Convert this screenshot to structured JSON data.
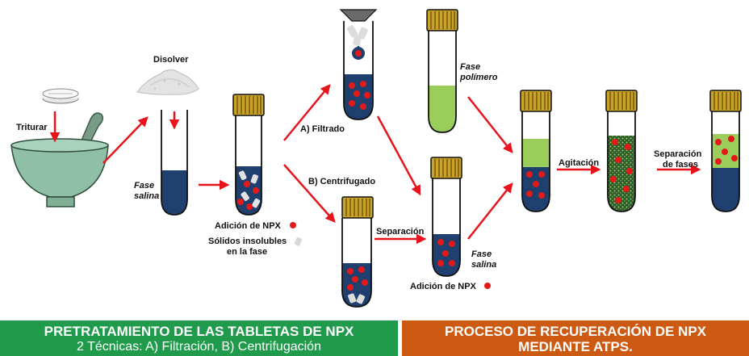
{
  "labels": {
    "triturar": "Triturar",
    "disolver": "Disolver",
    "fase_salina_1": "Fase",
    "fase_salina_1b": "salina",
    "filtrado": "A) Filtrado",
    "centrifugado": "B) Centrifugado",
    "adicion_npx_1": "Adición de NPX",
    "solidos_1": "Sólidos insolubles",
    "solidos_2": "en la fase",
    "separacion": "Separación",
    "fase_salina_2": "Fase",
    "fase_salina_2b": "salina",
    "adicion_npx_2": "Adición de NPX",
    "fase_polimero_1": "Fase",
    "fase_polimero_2": "polímero",
    "agitacion": "Agitación",
    "separacion_fases_1": "Separación",
    "separacion_fases_2": "de fases"
  },
  "banners": {
    "left_title": "PRETRATAMIENTO DE LAS TABLETAS DE NPX",
    "left_subtitle": "2 Técnicas: A) Filtración, B) Centrifugación",
    "right_title": "PROCESO DE RECUPERACIÓN DE NPX",
    "right_subtitle": "MEDIANTE ATPS."
  },
  "colors": {
    "arrow": "#e8141c",
    "salt_phase": "#1f3f6e",
    "polymer_phase": "#9acd5a",
    "npx_particle": "#e21a1a",
    "cap": "#c9a227",
    "banner_left": "#1f9b4b",
    "banner_right": "#cc5a12"
  }
}
